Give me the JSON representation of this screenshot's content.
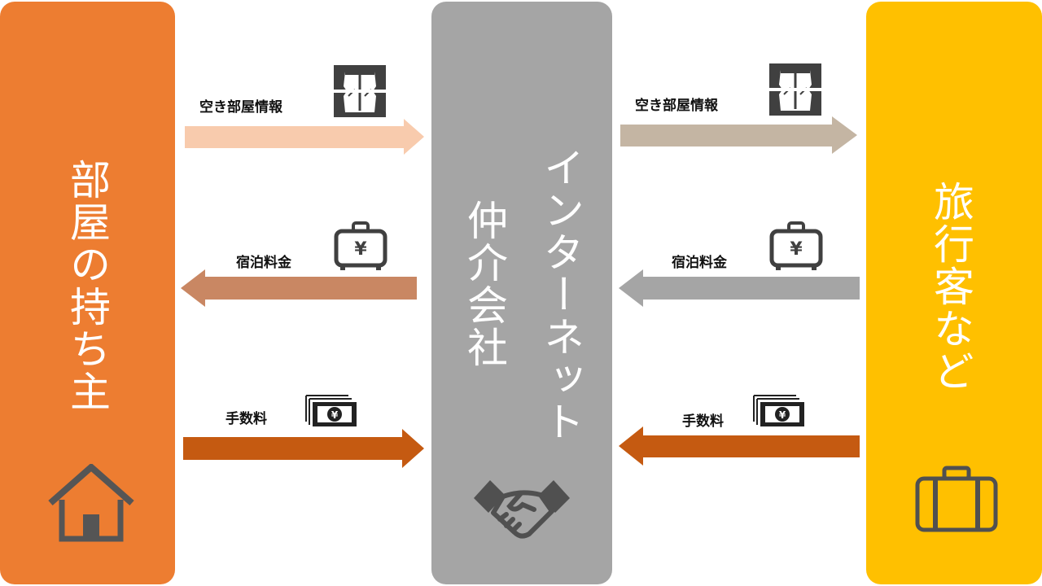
{
  "columns": {
    "left": {
      "title": "部屋の持ち主",
      "icon": "house-icon",
      "color": "#ED7D31"
    },
    "middle": {
      "title_line1": "インターネット",
      "title_line2": "仲介会社",
      "icon": "handshake-icon",
      "color": "#A5A5A5"
    },
    "right": {
      "title": "旅行客など",
      "icon": "suitcase-icon",
      "color": "#FFC000"
    }
  },
  "flows": {
    "room_info": {
      "label": "空き部屋情報",
      "icon": "curtain-window-icon"
    },
    "lodging_fee": {
      "label": "宿泊料金",
      "icon": "yen-bag-icon"
    },
    "commission": {
      "label": "手数料",
      "icon": "yen-bills-icon"
    }
  },
  "arrow_colors": {
    "room_info_left": "#F8CBAD",
    "room_info_right": "#C4B5A3",
    "fee_left": "#C98763",
    "fee_right": "#A5A5A5",
    "commission": "#C55A11"
  }
}
